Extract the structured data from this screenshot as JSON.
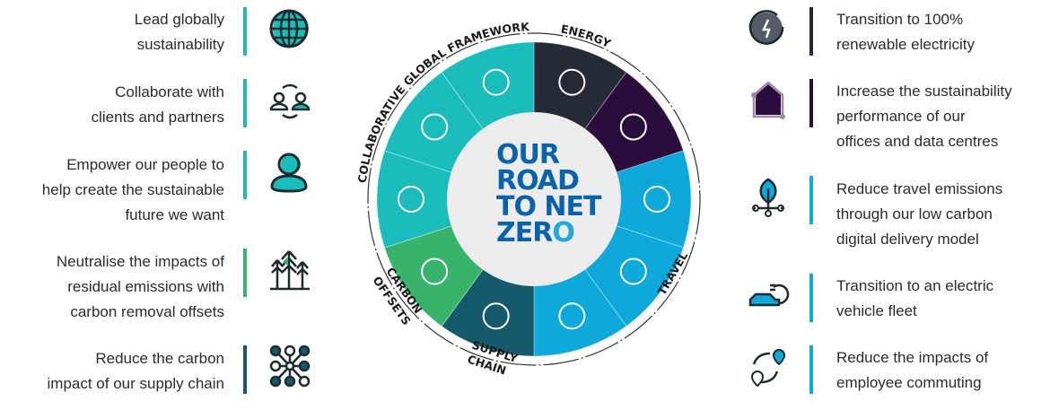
{
  "colors": {
    "energy": "#262a36",
    "offices": "#2b0d3d",
    "travel": "#0ea8da",
    "supply": "#16596a",
    "carbon": "#37b36a",
    "global": "#1bbcbc",
    "center": "#ececec",
    "title": "#0a62ad",
    "title_o": "#22a7de"
  },
  "center_title": {
    "line1": "OUR",
    "line2": "ROAD",
    "line3": "TO NET",
    "line4": "ZER",
    "line4_o": "O"
  },
  "ring_labels": {
    "energy": "ENERGY",
    "travel": "TRAVEL",
    "supply1": "SUPPLY",
    "supply2": "CHAIN",
    "carbon1": "CARBON",
    "carbon2": "OFFSETS",
    "global": "COLLABORATIVE GLOBAL FRAMEWORK"
  },
  "left_items": [
    {
      "icon": "globe-icon",
      "lines": [
        "Lead globally",
        "sustainability"
      ]
    },
    {
      "icon": "collaborate-icon",
      "lines": [
        "Collaborate with",
        "clients and partners"
      ]
    },
    {
      "icon": "person-icon",
      "lines": [
        "Empower our people to",
        "help create the sustainable",
        "future we want"
      ]
    },
    {
      "icon": "trees-icon",
      "lines": [
        "Neutralise the impacts of",
        "residual emissions with",
        "carbon removal offsets"
      ]
    },
    {
      "icon": "network-icon",
      "lines": [
        "Reduce the carbon",
        "impact of our supply chain"
      ]
    }
  ],
  "right_items": [
    {
      "icon": "renewable-energy-icon",
      "lines": [
        "Transition to 100%",
        "renewable electricity"
      ]
    },
    {
      "icon": "smart-home-icon",
      "lines": [
        "Increase the sustainability",
        "performance of our",
        "offices and data centres"
      ]
    },
    {
      "icon": "digital-leaf-icon",
      "lines": [
        "Reduce travel emissions",
        "through our low carbon",
        "digital delivery model"
      ]
    },
    {
      "icon": "electric-car-icon",
      "lines": [
        "Transition to an electric",
        "vehicle fleet"
      ]
    },
    {
      "icon": "commute-icon",
      "lines": [
        "Reduce the impacts of",
        "employee commuting"
      ]
    }
  ]
}
